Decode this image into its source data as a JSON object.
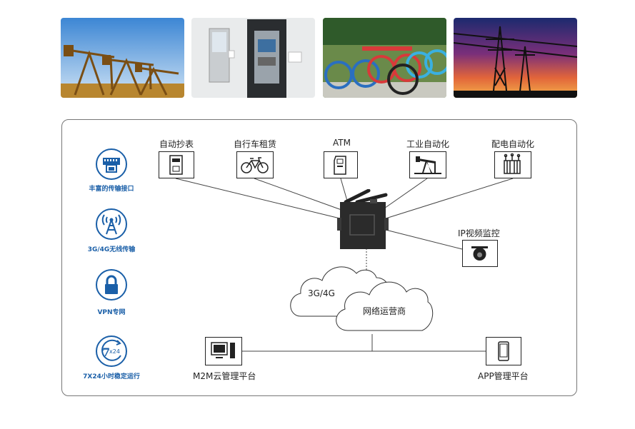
{
  "photos": [
    "oil-pumpjacks",
    "atm-machine",
    "rental-bicycles",
    "power-transmission-towers"
  ],
  "features": [
    {
      "icon": "port-icon",
      "label": "丰富的传输接口"
    },
    {
      "icon": "antenna-icon",
      "label": "3G/4G无线传输"
    },
    {
      "icon": "lock-icon",
      "label": "VPN专网"
    },
    {
      "icon": "24h-icon",
      "label": "7X24小时稳定运行"
    }
  ],
  "endpoints": [
    {
      "icon": "meter-icon",
      "label": "自动抄表"
    },
    {
      "icon": "bicycle-icon",
      "label": "自行车租赁"
    },
    {
      "icon": "atm-icon",
      "label": "ATM"
    },
    {
      "icon": "pumpjack-icon",
      "label": "工业自动化"
    },
    {
      "icon": "transformer-icon",
      "label": "配电自动化"
    }
  ],
  "camera": {
    "icon": "camera-icon",
    "label": "IP视频监控"
  },
  "cloud_3g": "3G/4G",
  "cloud_operator": "网络运营商",
  "m2m": {
    "icon": "computer-icon",
    "label": "M2M云管理平台"
  },
  "app": {
    "icon": "phone-icon",
    "label": "APP管理平台"
  },
  "colors": {
    "accent": "#1a5fa8",
    "router": "#2b2b2b"
  }
}
